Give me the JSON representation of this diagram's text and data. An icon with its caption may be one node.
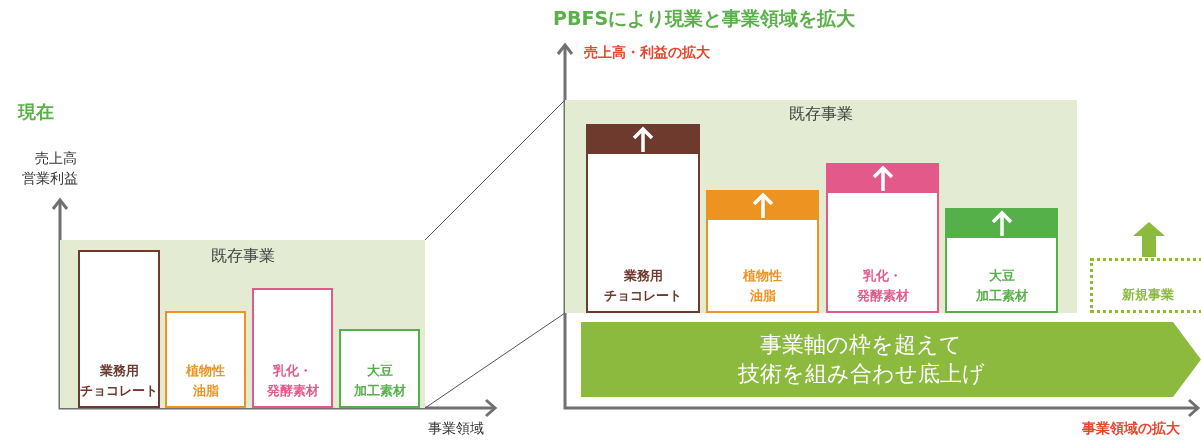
{
  "diagram": {
    "title": "PBFSにより現業と事業領域を拡大",
    "nodes": [
      {
        "text": [
          "既存事業"
        ]
      },
      {
        "text": [
          "業務用",
          "チョコレート"
        ],
        "in": 0
      },
      {
        "text": [
          "植物性",
          "油脂"
        ],
        "in": 0
      },
      {
        "text": [
          "乳化・",
          "発酵素材"
        ],
        "in": 0
      },
      {
        "text": [
          "大豆",
          "加工素材"
        ],
        "in": 0
      },
      {
        "text": [
          "既存事業"
        ]
      },
      {
        "text": [
          "業務用",
          "チョコレート"
        ],
        "in": 5
      },
      {
        "text": [
          "植物性",
          "油脂"
        ],
        "in": 5
      },
      {
        "text": [
          "乳化・",
          "発酵素材"
        ],
        "in": 5
      },
      {
        "text": [
          "大豆",
          "加工素材"
        ],
        "in": 5
      },
      {
        "text": [
          "新規事業"
        ]
      },
      {
        "text": [
          "事業軸の枠を超えて",
          "技術を組み合わせ底上げ"
        ]
      }
    ],
    "edges": [
      {
        "from": 0,
        "to": 5,
        "arrow": "none"
      },
      {
        "from": 0,
        "to": 5,
        "arrow": "none"
      }
    ],
    "labels": [
      "現在",
      "売上高",
      "営業利益",
      "事業領域",
      "売上高・利益の拡大",
      "事業領域の拡大"
    ]
  }
}
